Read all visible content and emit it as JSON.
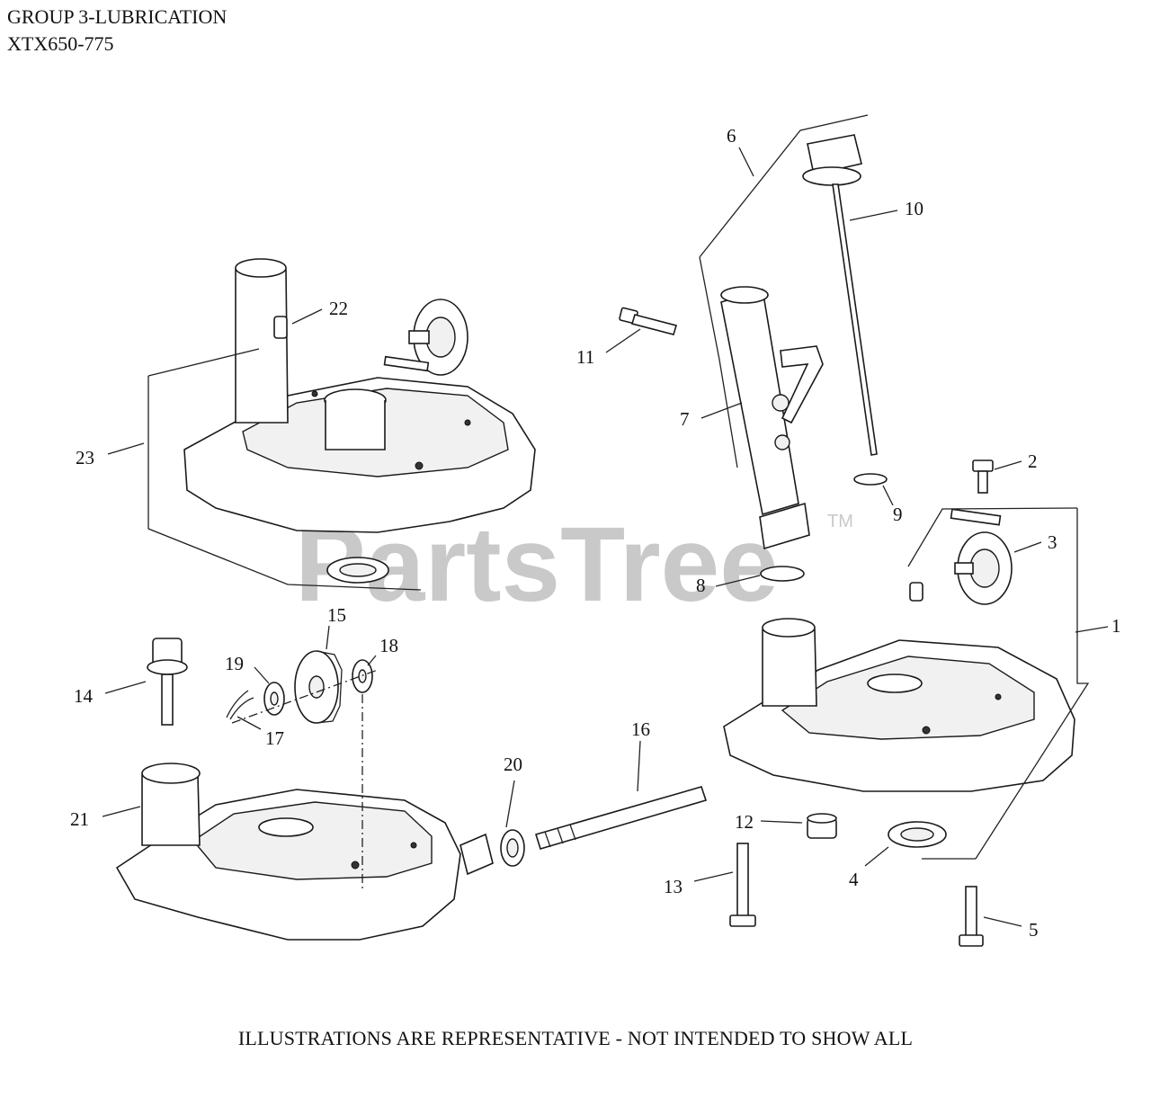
{
  "header": {
    "line1": "GROUP 3-LUBRICATION",
    "line2": "XTX650-775"
  },
  "footer": "ILLUSTRATIONS ARE REPRESENTATIVE - NOT INTENDED TO SHOW ALL",
  "watermark": {
    "text": "PartsTree",
    "mark": "TM"
  },
  "callouts": {
    "c1": "1",
    "c2": "2",
    "c3": "3",
    "c4": "4",
    "c5": "5",
    "c6": "6",
    "c7": "7",
    "c8": "8",
    "c9": "9",
    "c10": "10",
    "c11": "11",
    "c12": "12",
    "c13": "13",
    "c14": "14",
    "c15": "15",
    "c16": "16",
    "c17": "17",
    "c18": "18",
    "c19": "19",
    "c20": "20",
    "c21": "21",
    "c22": "22",
    "c23": "23"
  }
}
